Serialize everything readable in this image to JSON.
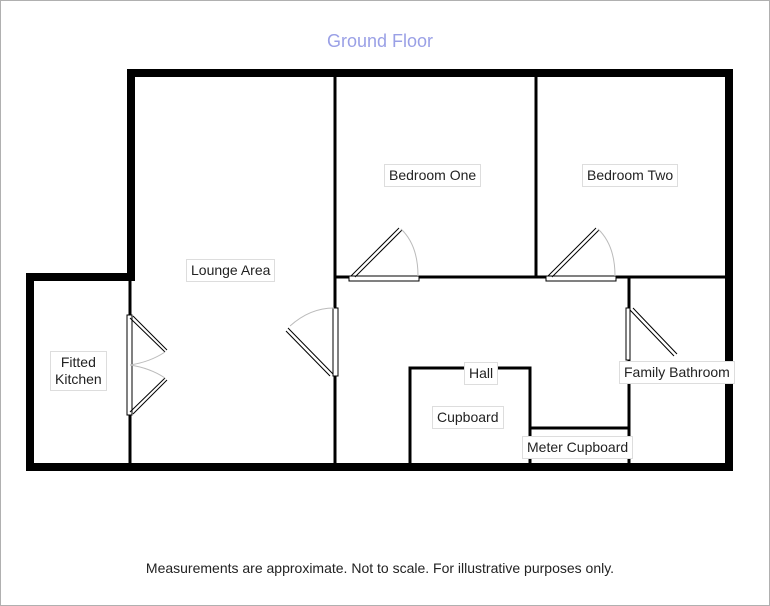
{
  "title": "Ground Floor",
  "rooms": {
    "lounge": "Lounge Area",
    "bedroom_one": "Bedroom One",
    "bedroom_two": "Bedroom Two",
    "kitchen_line1": "Fitted",
    "kitchen_line2": "Kitchen",
    "hall": "Hall",
    "cupboard": "Cupboard",
    "meter_cupboard": "Meter Cupboard",
    "family_bathroom": "Family Bathroom"
  },
  "footnote": "Measurements are approximate. Not to scale. For illustrative purposes only."
}
